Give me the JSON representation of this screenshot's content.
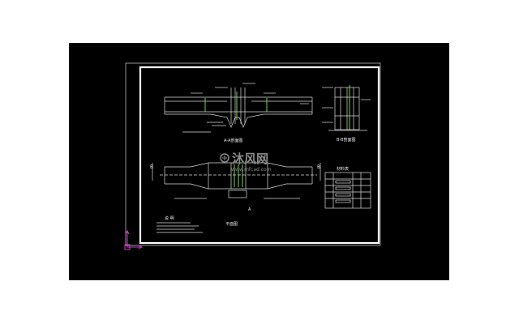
{
  "colors": {
    "background": "#000000",
    "frame": "#ffffff",
    "geometry": "#dcdcdc",
    "accent_green": "#7cd35a",
    "accent_magenta": "#c040c0",
    "watermark": "#8a8a8a"
  },
  "labels": {
    "section_top_left": "A-A剖面图",
    "section_top_right": "B-B剖面图",
    "plan_title": "平面图",
    "plan_marker_left": "B",
    "plan_marker_right": "B",
    "plan_marker_bottom": "A",
    "notes_title": "说 明",
    "table_title": "材料表"
  },
  "watermark": {
    "name": "沐风网",
    "url": "www.mfcad.com"
  },
  "icons": {
    "ucs": "ucs-axis-icon",
    "watermark_logo": "mfcad-logo-icon"
  }
}
